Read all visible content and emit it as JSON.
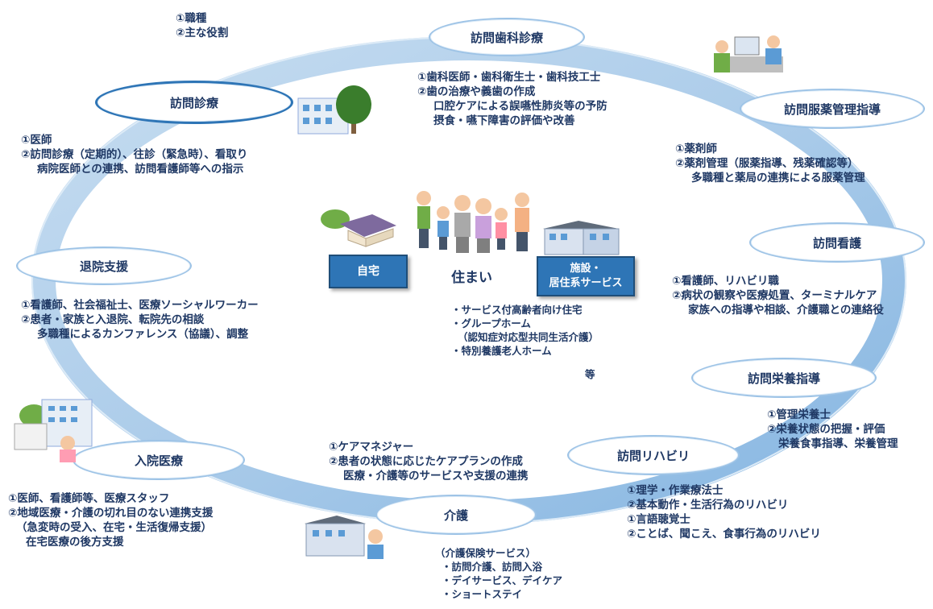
{
  "legend": [
    "①職種",
    "②主な役割"
  ],
  "services": {
    "dental": {
      "title": "訪問歯科診療",
      "lines": [
        "①歯科医師・歯科衛生士・歯科技工士",
        "②歯の治療や義歯の作成",
        "口腔ケアによる誤嚥性肺炎等の予防",
        "摂食・嚥下障害の評価や改善"
      ]
    },
    "home_care": {
      "title": "訪問診療",
      "lines": [
        "①医師",
        "②訪問診療（定期的）、往診（緊急時）、看取り",
        "病院医師との連携、訪問看護師等への指示"
      ]
    },
    "pharmacy": {
      "title": "訪問服薬管理指導",
      "lines": [
        "①薬剤師",
        "②薬剤管理（服薬指導、残薬確認等）",
        "多職種と薬局の連携による服薬管理"
      ]
    },
    "nursing": {
      "title": "訪問看護",
      "lines": [
        "①看護師、リハビリ職",
        "②病状の観察や医療処置、ターミナルケア",
        "家族への指導や相談、介護職との連絡役"
      ]
    },
    "discharge": {
      "title": "退院支援",
      "lines": [
        "①看護師、社会福祉士、医療ソーシャルワーカー",
        "②患者・家族と入退院、転院先の相談",
        "多職種によるカンファレンス（協議）、調整"
      ]
    },
    "nutrition": {
      "title": "訪問栄養指導",
      "lines": [
        "①管理栄養士",
        "②栄養状態の把握・評価",
        "栄養食事指導、栄養管理"
      ]
    },
    "rehab": {
      "title": "訪問リハビリ",
      "lines": [
        "①理学・作業療法士",
        "②基本動作・生活行為のリハビリ",
        "①言語聴覚士",
        "②ことば、聞こえ、食事行為のリハビリ"
      ]
    },
    "inpatient": {
      "title": "入院医療",
      "lines": [
        "①医師、看護師等、医療スタッフ",
        "②地域医療・介護の切れ目のない連携支援",
        "（急変時の受入、在宅・生活復帰支援）",
        "在宅医療の後方支援"
      ]
    },
    "care": {
      "title": "介護",
      "lines": [
        "（介護保険サービス）",
        "・訪問介護、訪問入浴",
        "・デイサービス、デイケア",
        "・ショートステイ"
      ]
    },
    "caremanager": {
      "lines": [
        "①ケアマネジャー",
        "②患者の状態に応じたケアプランの作成",
        "医療・介護等のサービスや支援の連携"
      ]
    }
  },
  "center": {
    "title": "住まい",
    "home_button": "自宅",
    "facility_button": "施設・\n居住系サービス",
    "facility_lines": [
      "・サービス付高齢者向け住宅",
      "・グループホーム",
      "（認知症対応型共同生活介護）",
      "・特別養護老人ホーム"
    ],
    "etc": "等"
  },
  "colors": {
    "ring": "#9dc3e6",
    "ring_dark": "#5b9bd5",
    "text": "#1f3864",
    "button": "#2e75b6"
  }
}
